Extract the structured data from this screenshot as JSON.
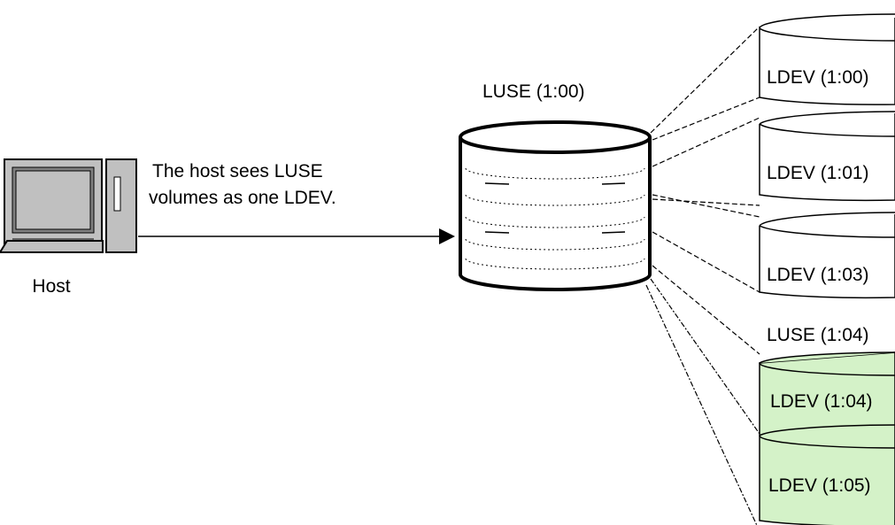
{
  "host": {
    "label": "Host",
    "caption_line1": "The host sees LUSE",
    "caption_line2": "volumes as one LDEV."
  },
  "luse_main": {
    "label": "LUSE (1:00)"
  },
  "ldevs": [
    {
      "label": "LDEV (1:00)"
    },
    {
      "label": "LDEV (1:01)"
    },
    {
      "label": "LDEV (1:03)"
    }
  ],
  "luse_sub": {
    "label": "LUSE (1:04)",
    "ldevs": [
      {
        "label": "LDEV (1:04)"
      },
      {
        "label": "LDEV (1:05)"
      }
    ],
    "fill_color": "#d4f2c8"
  }
}
